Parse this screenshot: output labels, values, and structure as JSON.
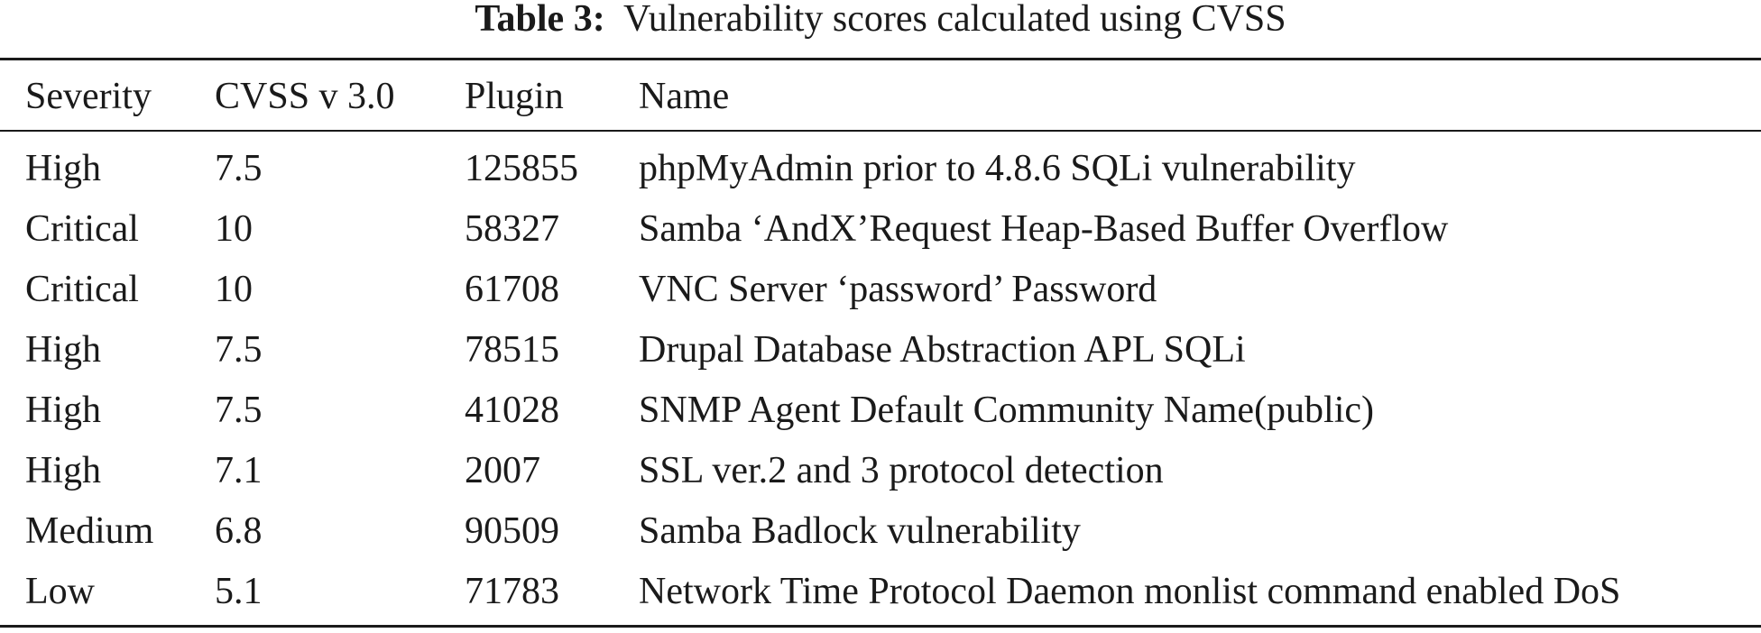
{
  "caption": {
    "label": "Table 3:",
    "text": "Vulnerability scores calculated using CVSS"
  },
  "table": {
    "headers": {
      "severity": "Severity",
      "cvss": "CVSS v 3.0",
      "plugin": "Plugin",
      "name": "Name"
    },
    "rows": [
      {
        "severity": "High",
        "cvss": "7.5",
        "plugin": "125855",
        "name": "phpMyAdmin prior to 4.8.6 SQLi vulnerability"
      },
      {
        "severity": "Critical",
        "cvss": "10",
        "plugin": "58327",
        "name": "Samba ‘AndX’Request Heap-Based Buffer Overflow"
      },
      {
        "severity": "Critical",
        "cvss": "10",
        "plugin": "61708",
        "name": "VNC Server ‘password’ Password"
      },
      {
        "severity": "High",
        "cvss": "7.5",
        "plugin": "78515",
        "name": "Drupal Database Abstraction APL SQLi"
      },
      {
        "severity": "High",
        "cvss": "7.5",
        "plugin": "41028",
        "name": "SNMP Agent Default Community Name(public)"
      },
      {
        "severity": "High",
        "cvss": "7.1",
        "plugin": "2007",
        "name": "SSL ver.2 and 3 protocol detection"
      },
      {
        "severity": "Medium",
        "cvss": "6.8",
        "plugin": "90509",
        "name": "Samba Badlock vulnerability"
      },
      {
        "severity": "Low",
        "cvss": "5.1",
        "plugin": "71783",
        "name": "Network Time Protocol Daemon monlist command enabled DoS"
      }
    ]
  }
}
